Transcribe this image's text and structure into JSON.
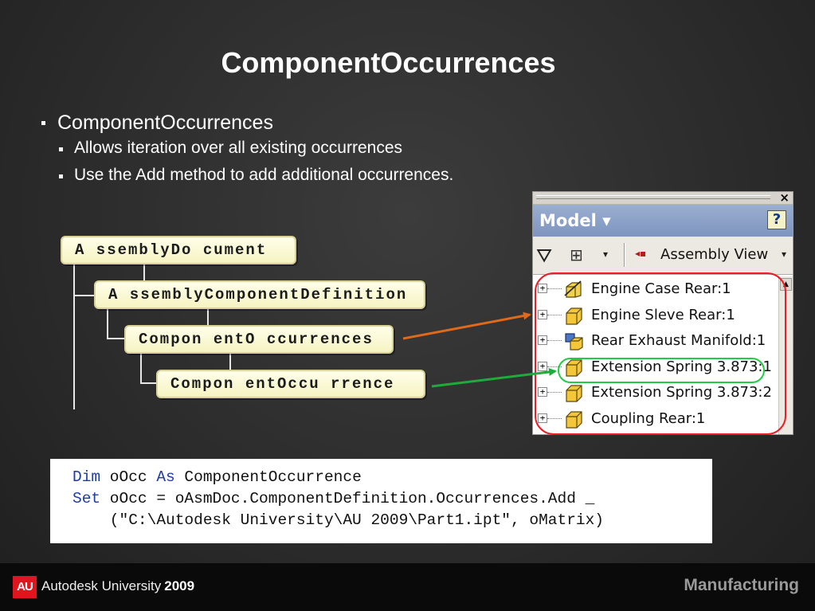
{
  "slide": {
    "title": "ComponentOccurrences"
  },
  "bullets": {
    "level1": "ComponentOccurrences",
    "level2": [
      " Allows iteration over all existing occurrences",
      "Use the Add method  to add additional occurrences."
    ]
  },
  "diagram": {
    "nodes": [
      "A ssemblyDo cument",
      "A ssemblyComponentDefinition",
      "Compon entO ccurrences",
      "Compon entOccu rrence"
    ]
  },
  "browser": {
    "close_glyph": "×",
    "panel_title": "Model ▾",
    "help_glyph": "?",
    "toolbar": {
      "filter_icon": "filter-icon",
      "tree_icon": "tree-structure-icon",
      "dropdown_glyph": "▾",
      "view_label": "Assembly View"
    },
    "expander_glyph": "+",
    "scroll_up_glyph": "▲",
    "items": [
      {
        "label": "Engine Case Rear:1",
        "icon": "assembly-icon"
      },
      {
        "label": "Engine Sleve Rear:1",
        "icon": "part-icon"
      },
      {
        "label": "Rear Exhaust Manifold:1",
        "icon": "assembly-icon"
      },
      {
        "label": "Extension Spring 3.873:1",
        "icon": "part-icon"
      },
      {
        "label": "Extension Spring 3.873:2",
        "icon": "part-icon"
      },
      {
        "label": "Coupling Rear:1",
        "icon": "part-icon"
      }
    ],
    "colors": {
      "highlight_ring": "#ee1c24",
      "selected_ring": "#22cc44"
    }
  },
  "arrows": {
    "colors": {
      "occurrences": "#e06a1a",
      "occurrence": "#1faa3c"
    }
  },
  "code": {
    "line1": {
      "kw1": "Dim",
      "mid": " oOcc ",
      "kw2": "As",
      "rest": " ComponentOccurrence"
    },
    "line2": {
      "kw1": "Set",
      "rest": " oOcc = oAsmDoc.ComponentDefinition.Occurrences.Add _"
    },
    "line3": "    (\"C:\\Autodesk University\\AU 2009\\Part1.ipt\", oMatrix)"
  },
  "footer": {
    "logo_text": "AU",
    "brand": "Autodesk University",
    "year": "2009",
    "track": "Manufacturing"
  }
}
